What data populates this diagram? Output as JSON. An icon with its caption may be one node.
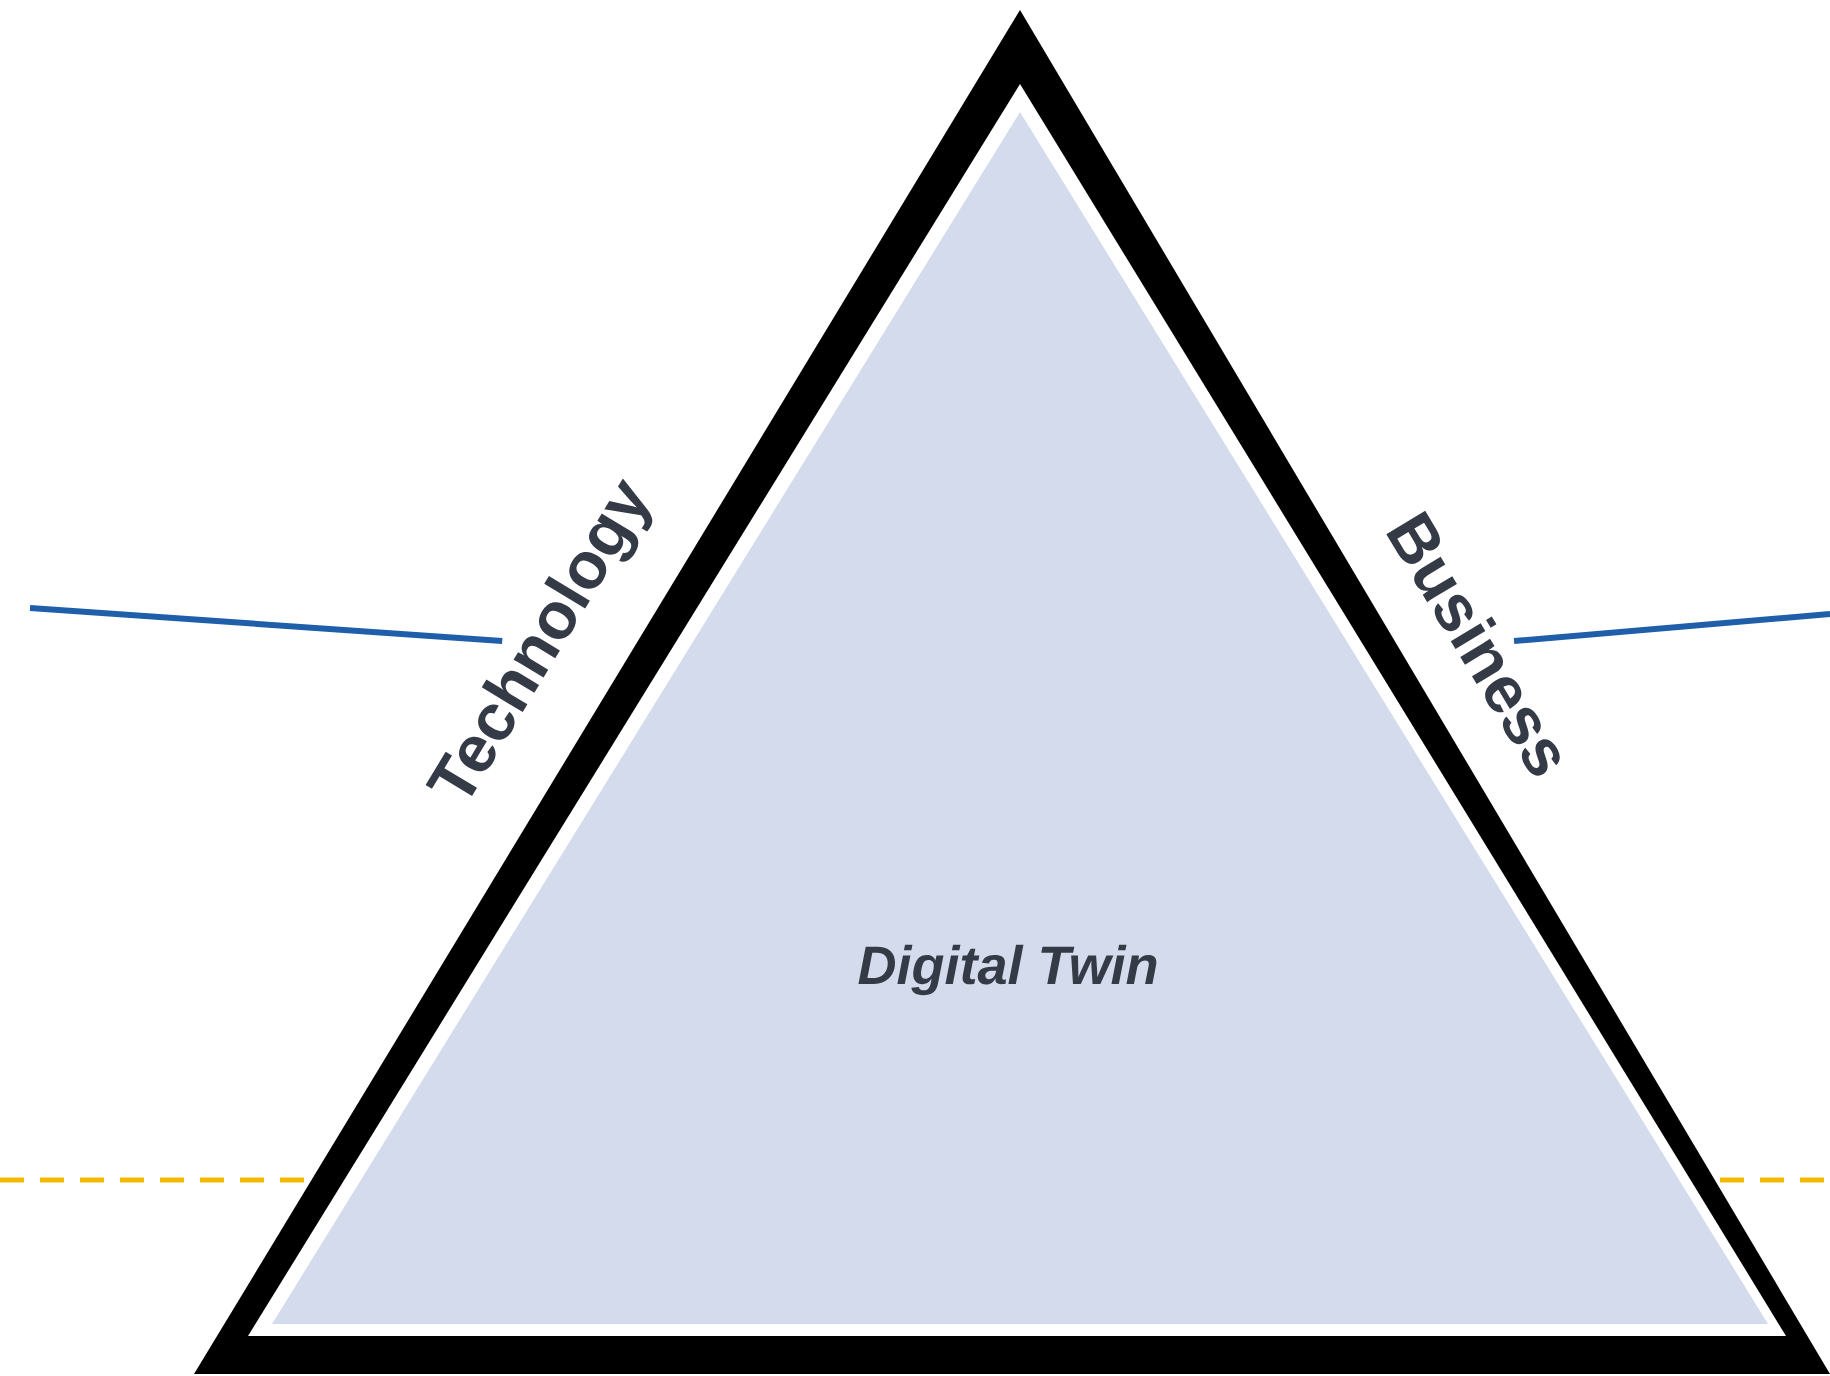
{
  "diagram": {
    "nodes": [
      {
        "text": [
          "Digital Twin"
        ]
      },
      {
        "text": [
          "Technology"
        ]
      },
      {
        "text": [
          "Business"
        ]
      }
    ],
    "edges": [
      {
        "from": null,
        "to": 1,
        "arrow": "none",
        "color": "#1f5ea8"
      },
      {
        "from": 2,
        "to": null,
        "arrow": "none",
        "color": "#1f5ea8"
      }
    ]
  }
}
